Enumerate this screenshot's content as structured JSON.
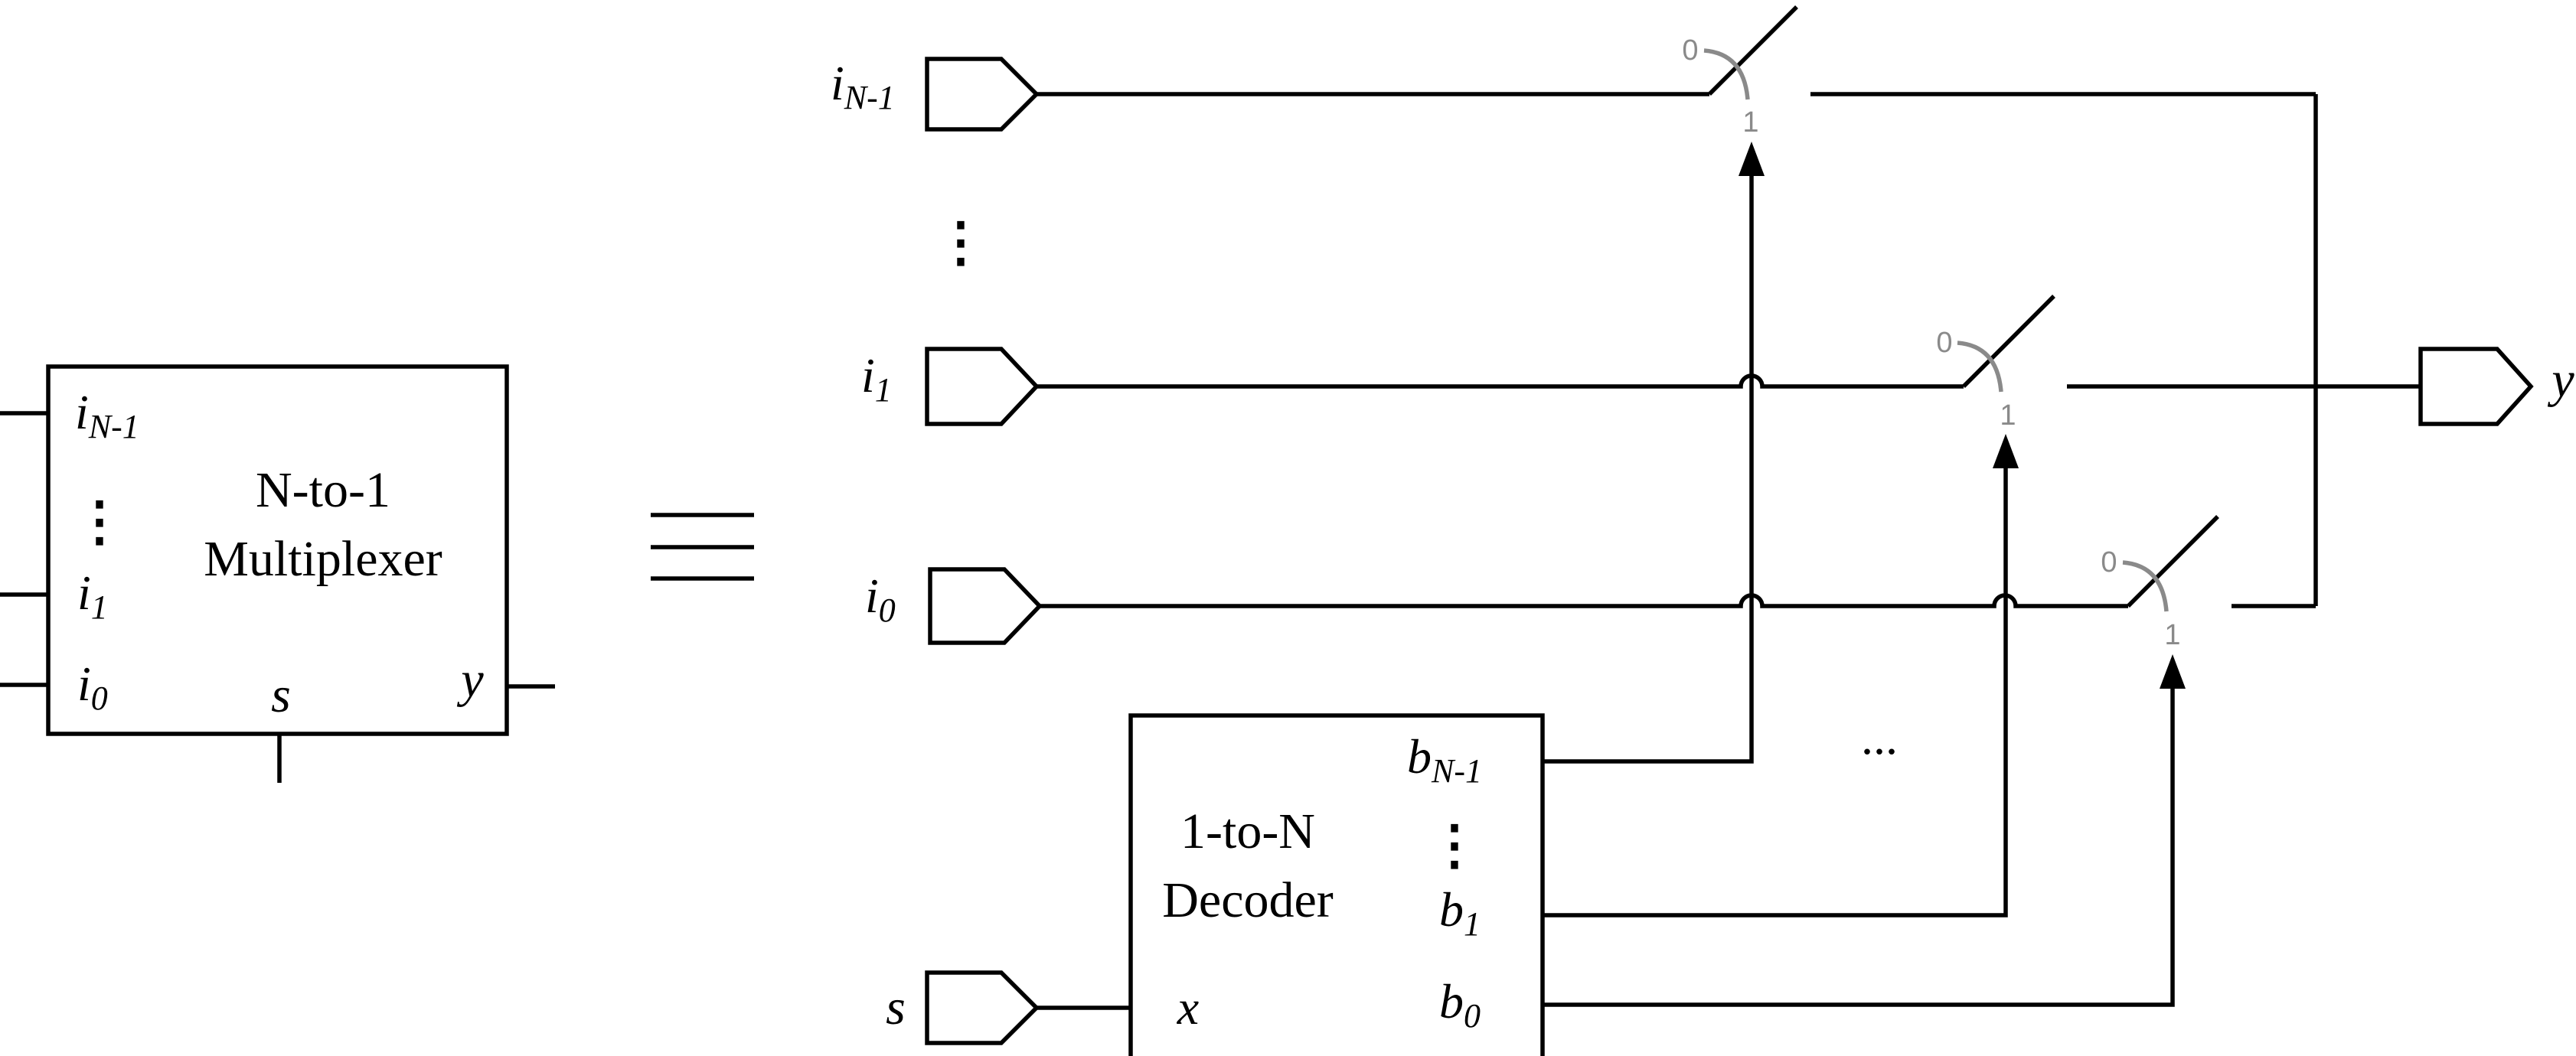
{
  "mux": {
    "title_line1": "N-to-1",
    "title_line2": "Multiplexer",
    "in_top": "i",
    "in_top_sub": "N-1",
    "in_dots": "⋮",
    "in_1": "i",
    "in_1_sub": "1",
    "in_0": "i",
    "in_0_sub": "0",
    "select": "s",
    "output": "y"
  },
  "equivalence_symbol": "≡",
  "inputs": {
    "top": "i",
    "top_sub": "N-1",
    "dots": "⋮",
    "i1": "i",
    "i1_sub": "1",
    "i0": "i",
    "i0_sub": "0",
    "select": "s"
  },
  "switch_labels": {
    "off": "0",
    "on": "1"
  },
  "decoder": {
    "title_line1": "1-to-N",
    "title_line2": "Decoder",
    "input": "x",
    "out_top": "b",
    "out_top_sub": "N-1",
    "out_dots": "⋮",
    "out_1": "b",
    "out_1_sub": "1",
    "out_0": "b",
    "out_0_sub": "0"
  },
  "middle_ellipsis": "...",
  "output": "y"
}
